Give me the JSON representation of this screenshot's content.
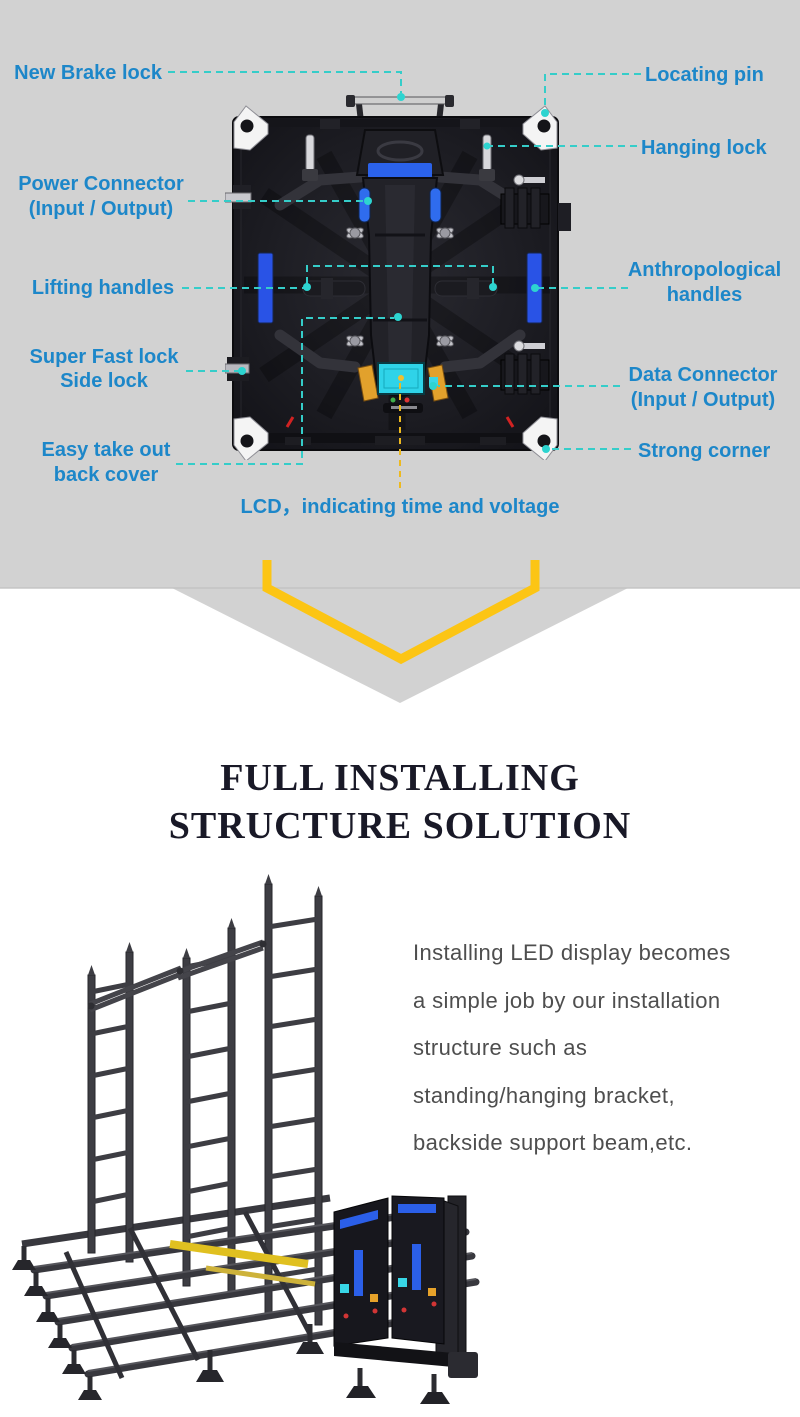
{
  "colors": {
    "background_gray": "#d2d2d2",
    "label_blue": "#1d87c9",
    "leader_teal": "#35cdc9",
    "accent_yellow": "#fcc514",
    "panel_accent_blue": "#2b62ea",
    "lcd_cyan": "#3ad6e6",
    "title_dark": "#191927",
    "paragraph_gray": "#4e4e4e"
  },
  "icons": {
    "scroll_down_chevron": "v-shaped yellow chevron arrow"
  },
  "panel_diagram": {
    "callouts": [
      {
        "id": "new-brake-lock",
        "text": "New Brake lock"
      },
      {
        "id": "locating-pin",
        "text": "Locating pin"
      },
      {
        "id": "hanging-lock",
        "text": "Hanging lock"
      },
      {
        "id": "power-connector",
        "text": "Power Connector\n(Input / Output)"
      },
      {
        "id": "lifting-handles",
        "text": "Lifting handles"
      },
      {
        "id": "anthropological-handles",
        "text": "Anthropological\nhandles"
      },
      {
        "id": "super-fast-lock",
        "text": "Super Fast lock\nSide lock"
      },
      {
        "id": "data-connector",
        "text": "Data Connector\n(Input / Output)"
      },
      {
        "id": "easy-take-out",
        "text": "Easy take out\nback cover"
      },
      {
        "id": "strong-corner",
        "text": "Strong corner"
      },
      {
        "id": "lcd-caption",
        "text": "LCD，indicating time and  voltage"
      }
    ]
  },
  "installing_section": {
    "title_line1": "FULL INSTALLING",
    "title_line2": "STRUCTURE SOLUTION",
    "paragraph_lines": [
      "Installing LED display becomes",
      "a simple job by our installation",
      "structure such as",
      "standing/hanging bracket,",
      "backside support beam,etc."
    ]
  }
}
